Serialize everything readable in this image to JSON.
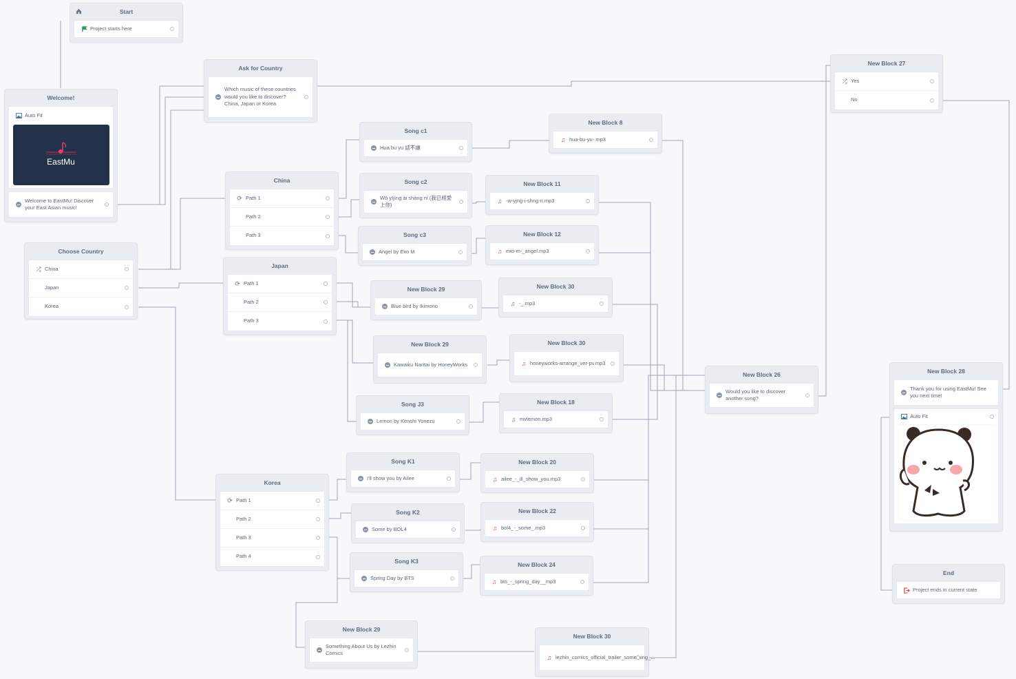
{
  "blocks": {
    "start": {
      "title": "Start",
      "step": "Project starts here"
    },
    "welcome": {
      "title": "Welcome!",
      "image_label": "Auto Fit",
      "logo_text": "EastMu",
      "message": "Welcome to EastMu! Discover your East Asian music!"
    },
    "ask_country": {
      "title": "Ask for Country",
      "message": "Which music of these countries would you like to discover? China, Japan or Korea"
    },
    "choose_country": {
      "title": "Choose Country",
      "paths": [
        "China",
        "Japan",
        "Korea"
      ]
    },
    "china": {
      "title": "China",
      "paths": [
        "Path 1",
        "Path 2",
        "Path 3"
      ]
    },
    "japan": {
      "title": "Japan",
      "paths": [
        "Path 1",
        "Path 2",
        "Path 3"
      ]
    },
    "korea": {
      "title": "Korea",
      "paths": [
        "Path 1",
        "Path 2",
        "Path 3",
        "Path 4"
      ]
    },
    "song_c1": {
      "title": "Song c1",
      "message": "Hua bu yu 話不讓"
    },
    "song_c2": {
      "title": "Song c2",
      "message": "Wǒ yījìng ài shàng nǐ (我已經愛上你)"
    },
    "song_c3": {
      "title": "Song c3",
      "message": "Angel by Exo M"
    },
    "nb8": {
      "title": "New Block 8",
      "audio": "hua-bu-yu-.mp3"
    },
    "nb11": {
      "title": "New Block 11",
      "audio": "-w-yjng-i-shng-n.mp3"
    },
    "nb12": {
      "title": "New Block 12",
      "audio": "exo-m-_angel.mp3"
    },
    "nb29a": {
      "title": "New Block 29",
      "message": "Blue bird by Ikimono"
    },
    "nb30a": {
      "title": "New Block 30",
      "audio": "-_.mp3"
    },
    "nb29b": {
      "title": "New Block 29",
      "message": "Kawaiku Naritai by HoneyWorks"
    },
    "nb30b": {
      "title": "New Block 30",
      "audio": "honeyworks-arrange_ver-pv.mp3"
    },
    "song_j3": {
      "title": "Song J3",
      "message": "Lemon by Kenshi Yonezu"
    },
    "nb18": {
      "title": "New Block 18",
      "audio": "mvlemon.mp3"
    },
    "song_k1": {
      "title": "Song K1",
      "message": "I'll show you by Ailee"
    },
    "nb20": {
      "title": "New Block 20",
      "audio": "ailee_-_ill_show_you.mp3"
    },
    "song_k2": {
      "title": "Song K2",
      "message": "Some by BOL4"
    },
    "nb22": {
      "title": "New Block 22",
      "audio": "bol4_-_some_.mp3"
    },
    "song_k3": {
      "title": "Song K3",
      "message": "Spring Day by BTS"
    },
    "nb24": {
      "title": "New Block 24",
      "audio": "bts_-_spring_day__mp3"
    },
    "nb29c": {
      "title": "New Block 29",
      "message": "Something About Us by Lezhin Comics"
    },
    "nb30c": {
      "title": "New Block 30",
      "audio": "lezhin_comics_official_trailer_something_..."
    },
    "nb26": {
      "title": "New Block 26",
      "message": "Would you like to discover another song?"
    },
    "nb27": {
      "title": "New Block 27",
      "paths": [
        "Yes",
        "No"
      ]
    },
    "nb28": {
      "title": "New Block 28",
      "message": "Thank you for using EastMu! See you next time!",
      "image_label": "Auto Fit"
    },
    "end": {
      "title": "End",
      "step": "Project ends in current state"
    }
  },
  "colors": {
    "background": "#f7f8fa",
    "block": "#e9edf2",
    "wire": "#98a6b7",
    "audio_icon": "#e0424a",
    "flag_icon": "#2e9b57",
    "logo_bg": "#23324a"
  }
}
